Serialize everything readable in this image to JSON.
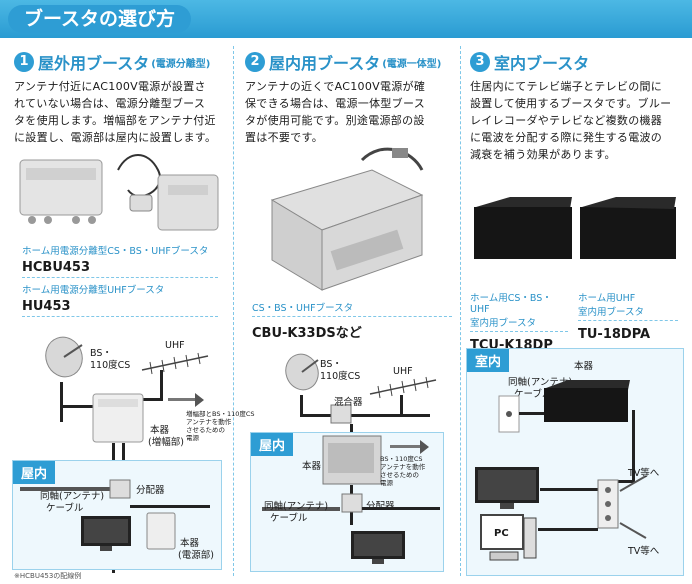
{
  "header": {
    "title": "ブースタの選び方"
  },
  "col1": {
    "number": "1",
    "title": "屋外用ブースタ",
    "subtitle": "(電源分離型)",
    "desc": [
      "アンテナ付近にAC100V電源が設置さ",
      "れていない場合は、電源分離型ブース",
      "タを使用します。増幅部をアンテナ付近",
      "に設置し、電源部は屋内に設置します。"
    ],
    "caption1": "ホーム用電源分離型CS・BS・UHFブースタ",
    "model1": "HCBU453",
    "caption2": "ホーム用電源分離型UHFブースタ",
    "model2": "HU453",
    "diagram": {
      "bs": "BS・",
      "cs": "110度CS",
      "uhf": "UHF",
      "unit1": "本器",
      "unit1b": "(増幅部)",
      "note": [
        "増幅部とBS・110度CS",
        "アンテナを動作",
        "させるための",
        "電源"
      ],
      "room": "屋内",
      "coax": "同軸(アンテナ)",
      "coax2": "ケーブル",
      "splitter": "分配器",
      "unit2": "本器",
      "unit2b": "(電源部)"
    },
    "footnote": "※HCBU453の配線例"
  },
  "col2": {
    "number": "2",
    "title": "屋内用ブースタ",
    "subtitle": "(電源一体型)",
    "desc": [
      "アンテナの近くでAC100V電源が確",
      "保できる場合は、電源一体型ブース",
      "タが使用可能です。別途電源部の設",
      "置は不要です。"
    ],
    "caption": "CS・BS・UHFブースタ",
    "model": "CBU-K33DSなど",
    "diagram": {
      "bs": "BS・",
      "cs": "110度CS",
      "uhf": "UHF",
      "mixer": "混合器",
      "room": "屋内",
      "unit": "本器",
      "note": [
        "BS・110度CS",
        "アンテナを動作",
        "させるための",
        "電源"
      ],
      "coax": "同軸(アンテナ)",
      "coax2": "ケーブル",
      "splitter": "分配器"
    }
  },
  "col3": {
    "number": "3",
    "title": "室内ブースタ",
    "desc": [
      "住居内にてテレビ端子とテレビの間に",
      "設置して使用するブースタです。ブルー",
      "レイレコーダやテレビなど複数の機器",
      "に電波を分配する際に発生する電波の",
      "減衰を補う効果があります。"
    ],
    "caption1": [
      "ホーム用CS・BS・UHF",
      "室内用ブースタ"
    ],
    "model1": "TCU-K18DP",
    "caption2": [
      "ホーム用UHF",
      "室内用ブースタ"
    ],
    "model2": "TU-18DPA",
    "diagram": {
      "room": "室内",
      "unit": "本器",
      "coax": "同軸(アンテナ)",
      "coax2": "ケーブル",
      "tv1": "TV等へ",
      "tv2": "TV等へ",
      "pc": "PC"
    }
  },
  "colors": {
    "accent": "#2e9dd4",
    "banner": "#3eb0e0",
    "room_bg": "#eef8fd"
  }
}
